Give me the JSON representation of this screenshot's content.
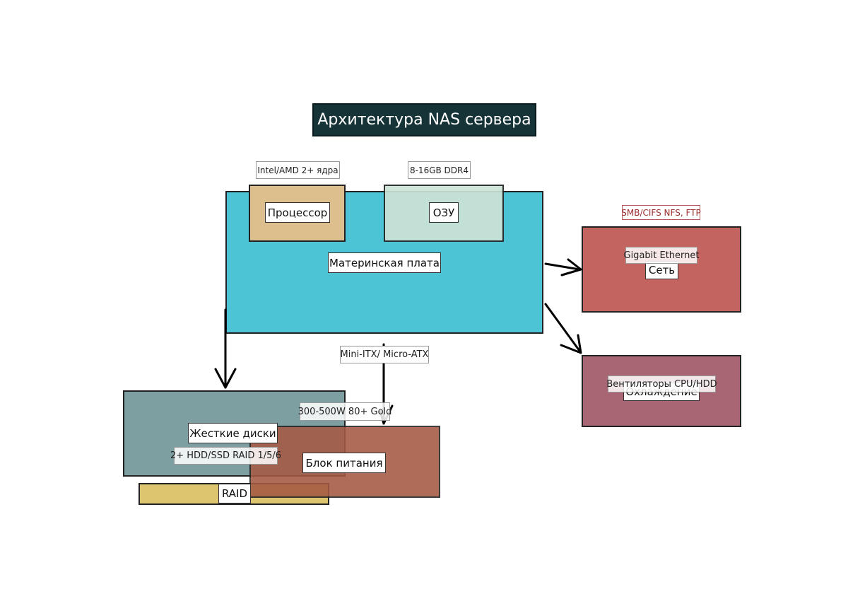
{
  "title": "Архитектура NAS сервера",
  "components": {
    "motherboard": {
      "label": "Материнская плата",
      "note": "Mini-ITX/ Micro-ATX",
      "color": "#4dc4d6"
    },
    "cpu": {
      "label": "Процессор",
      "note": "Intel/AMD 2+ ядра",
      "color": "#dcbf8c"
    },
    "ram": {
      "label": "ОЗУ",
      "note": "8-16GB DDR4",
      "color": "#cce3d6"
    },
    "network": {
      "label": "Сеть",
      "note": "Gigabit Ethernet",
      "protocols": "SMB/CIFS NFS, FTP",
      "color": "#c46461"
    },
    "cooling": {
      "label": "Охлаждение",
      "note": "Вентиляторы CPU/HDD",
      "color": "#a86674"
    },
    "disks": {
      "label": "Жесткие диски",
      "note": "2+ HDD/SSD RAID 1/5/6",
      "color": "#7d9fa1"
    },
    "psu": {
      "label": "Блок питания",
      "note": "300-500W 80+ Gold",
      "color": "#a55a43"
    },
    "raid": {
      "label": "RAID",
      "color": "#dcc56e"
    }
  }
}
